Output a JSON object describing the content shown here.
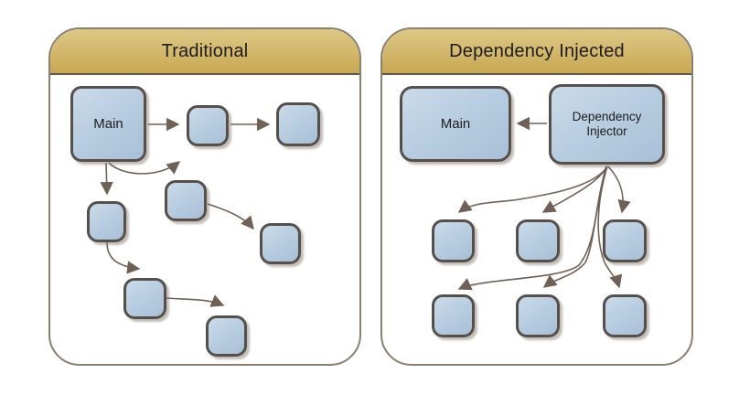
{
  "left_panel": {
    "title": "Traditional",
    "main_label": "Main"
  },
  "right_panel": {
    "title": "Dependency Injected",
    "main_label": "Main",
    "injector_label": "Dependency Injector"
  },
  "colors": {
    "header-gold-top": "#ddc884",
    "header-gold-mid": "#d2b76a",
    "header-gold-bottom": "#c8a952",
    "header-underline": "#5f5847",
    "panel-border": "#8a7f71",
    "node-fill-top": "#cadbea",
    "node-fill-bottom": "#a8c0d8",
    "node-border": "#57504a",
    "arrow": "#6f6156",
    "title-text": "#1c1c1c"
  }
}
